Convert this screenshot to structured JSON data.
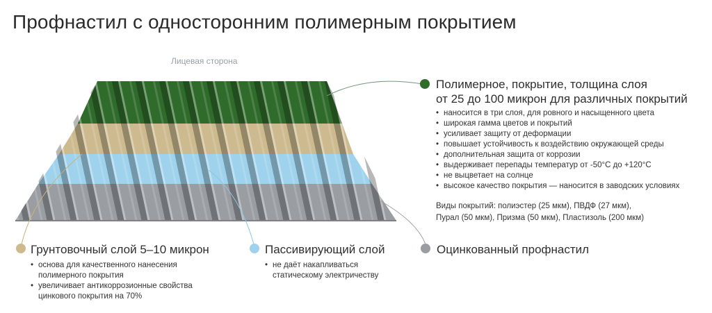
{
  "title": "Профнастил с односторонним полимерным покрытием",
  "face_label": "Лицевая сторона",
  "colors": {
    "polymer": "#2f6b2a",
    "primer": "#cdbb8f",
    "passivating": "#9fd2ec",
    "galvanized": "#9a9ea3",
    "leader": "#6f9a7c"
  },
  "polymer": {
    "title_line1": "Полимерное, покрытие, толщина слоя",
    "title_line2": "от 25 до 100 микрон для различных покрытий",
    "bullets": [
      "наносится в три слоя, для ровного и насыщенного цвета",
      "широкая гамма цветов и покрытий",
      "усиливает защиту от деформации",
      "повышает устойчивость к воздействию окружающей среды",
      "дополнительная защита от коррозии",
      "выдерживает перепады температур от -50°С до +120°С",
      "не выцветает на солнце",
      "высокое качество покрытия — наносится в заводских условиях"
    ],
    "types_line1": "Виды покрытий: полиэстер (25 мкм), ПВДФ (27 мкм),",
    "types_line2": "Пурал (50 мкм), Призма (50 мкм), Пластизоль (200 мкм)"
  },
  "primer": {
    "title": "Грунтовочный слой 5–10 микрон",
    "bullets": [
      "основа для качественного нанесения полимерного покрытия",
      "увеличивает антикоррозионные свойства цинкового покрытия на 70%"
    ]
  },
  "passivating": {
    "title": "Пассивирующий слой",
    "bullets": [
      "не даёт накапливаться статическому электричеству"
    ]
  },
  "galvanized": {
    "title": "Оцинкованный профнастил"
  }
}
